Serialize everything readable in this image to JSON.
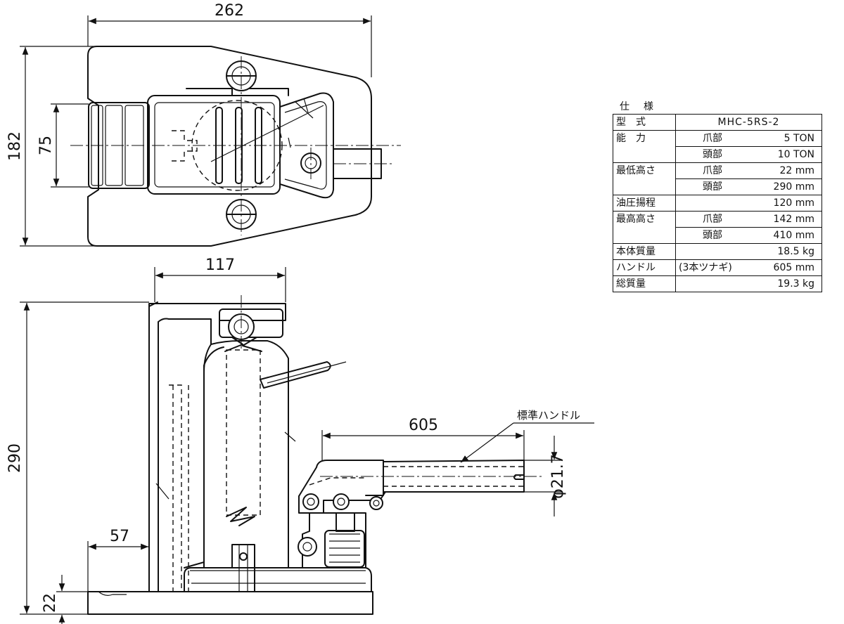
{
  "dimensions": {
    "top_width": "262",
    "top_height": "182",
    "top_inner": "75",
    "side_width": "117",
    "side_height": "290",
    "handle_length": "605",
    "handle_diameter": "φ21.7",
    "claw_offset": "57",
    "claw_height": "22"
  },
  "labels": {
    "handle_callout": "標準ハンドル"
  },
  "spec": {
    "caption": "仕様",
    "model_label": "型　式",
    "model_value": "MHC-5RS-2",
    "rows": [
      {
        "name": "能　力",
        "sub": "爪部",
        "value": "5 TON"
      },
      {
        "name": "",
        "sub": "頭部",
        "value": "10 TON"
      },
      {
        "name": "最低高さ",
        "sub": "爪部",
        "value": "22 mm"
      },
      {
        "name": "",
        "sub": "頭部",
        "value": "290 mm"
      },
      {
        "name": "油圧揚程",
        "sub": "",
        "value": "120 mm"
      },
      {
        "name": "最高高さ",
        "sub": "爪部",
        "value": "142 mm"
      },
      {
        "name": "",
        "sub": "頭部",
        "value": "410 mm"
      },
      {
        "name": "本体質量",
        "sub": "",
        "value": "18.5 kg"
      },
      {
        "name": "ハンドル",
        "sub": "(3本ツナギ)",
        "value": "605 mm"
      },
      {
        "name": "総質量",
        "sub": "",
        "value": "19.3 kg"
      }
    ]
  }
}
